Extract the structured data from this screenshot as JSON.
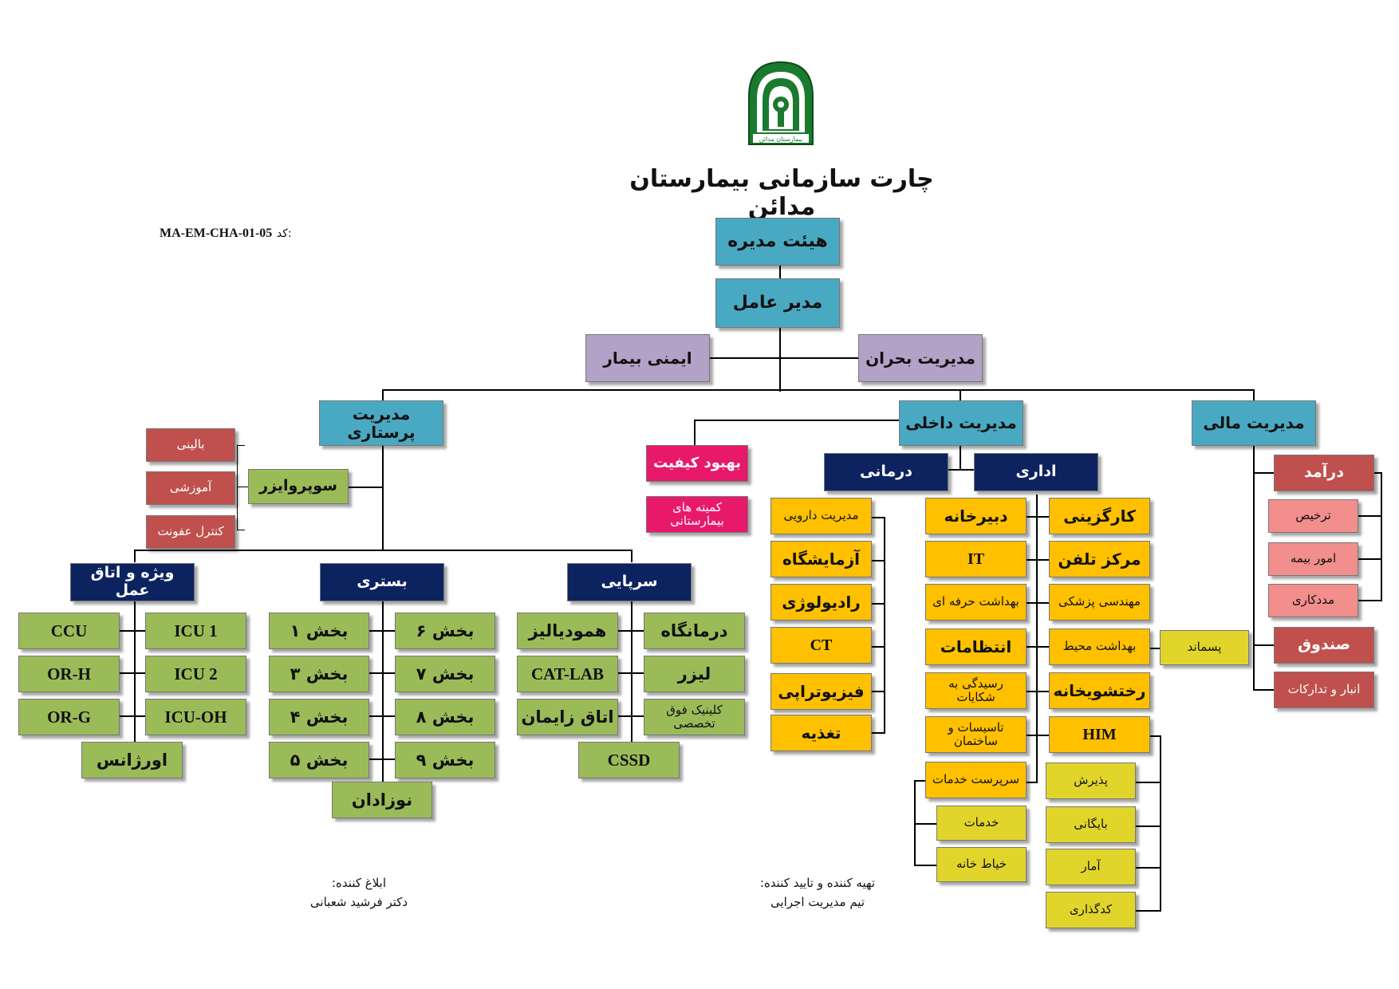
{
  "title": "چارت سازمانی بیمارستان مدائن",
  "code": {
    "label": "کد:",
    "value": "MA-EM-CHA-01-05"
  },
  "logo": {
    "text": "بیمارستان مدائن",
    "colors": {
      "green": "#1a7a2e",
      "white": "#ffffff"
    }
  },
  "colors": {
    "teal": "#4aa9c2",
    "lavender": "#b3a2c7",
    "navy": "#0d2360",
    "green": "#9bbb59",
    "orange": "#ffc000",
    "yellow": "#e1d52c",
    "red": "#c0504d",
    "pink": "#f28e8c",
    "magenta": "#e8186b"
  },
  "top": {
    "board": "هیئت مدیره",
    "ceo": "مدیر عامل",
    "patient_safety": "ایمنی بیمار",
    "crisis": "مدیریت بحران"
  },
  "nursing": {
    "head": "مدیریت پرستاری",
    "supervisor": "سوپروایزر",
    "supervisor_roles": [
      "بالینی",
      "آموزشی",
      "کنترل عفونت"
    ],
    "special": {
      "head": "ویژه و اتاق عمل",
      "items": [
        "CCU",
        "ICU 1",
        "OR-H",
        "ICU 2",
        "OR-G",
        "ICU-OH",
        "اورژانس"
      ]
    },
    "inpatient": {
      "head": "بستری",
      "items": [
        "بخش ۱",
        "بخش ۶",
        "بخش ۳",
        "بخش ۷",
        "بخش ۴",
        "بخش ۸",
        "بخش ۵",
        "بخش ۹",
        "نوزادان"
      ]
    },
    "outpatient": {
      "head": "سرپایی",
      "items": [
        "همودیالیز",
        "درمانگاه",
        "CAT-LAB",
        "لیزر",
        "اتاق زایمان",
        "کلینیک فوق تخصصی",
        "CSSD"
      ]
    }
  },
  "internal": {
    "head": "مدیریت داخلی",
    "quality": "بهبود کیفیت",
    "committees": "کمیته های بیمارستانی",
    "clinical": {
      "head": "درمانی",
      "items": [
        "مدیریت دارویی",
        "آزمایشگاه",
        "رادیولوژی",
        "CT",
        "فیزیوتراپی",
        "تغذیه"
      ]
    },
    "admin": {
      "head": "اداری",
      "col_left": [
        "دبیرخانه",
        "IT",
        "بهداشت حرفه ای",
        "انتظامات",
        "رسیدگی به شکایات",
        "تاسیسات و ساختمان",
        "سرپرست خدمات"
      ],
      "services": [
        "خدمات",
        "خیاط خانه"
      ],
      "col_right": [
        "کارگزینی",
        "مرکز تلفن",
        "مهندسی پزشکی",
        "بهداشت محیط",
        "رختشویخانه",
        "HIM"
      ],
      "waste": "پسماند",
      "him": [
        "پذیرش",
        "بایگانی",
        "آمار",
        "کدگذاری"
      ]
    }
  },
  "finance": {
    "head": "مدیریت مالی",
    "revenue": "درآمد",
    "revenue_items": [
      "ترخیص",
      "امور بیمه",
      "مددکاری"
    ],
    "cashier": "صندوق",
    "warehouse": "انبار و تدارکات"
  },
  "footer": {
    "notifier_label": "ابلاغ کننده:",
    "notifier_name": "دکتر فرشید شعبانی",
    "preparer_label": "تهیه کننده و تایید کننده:",
    "preparer_name": "تیم مدیریت اجرایی"
  }
}
